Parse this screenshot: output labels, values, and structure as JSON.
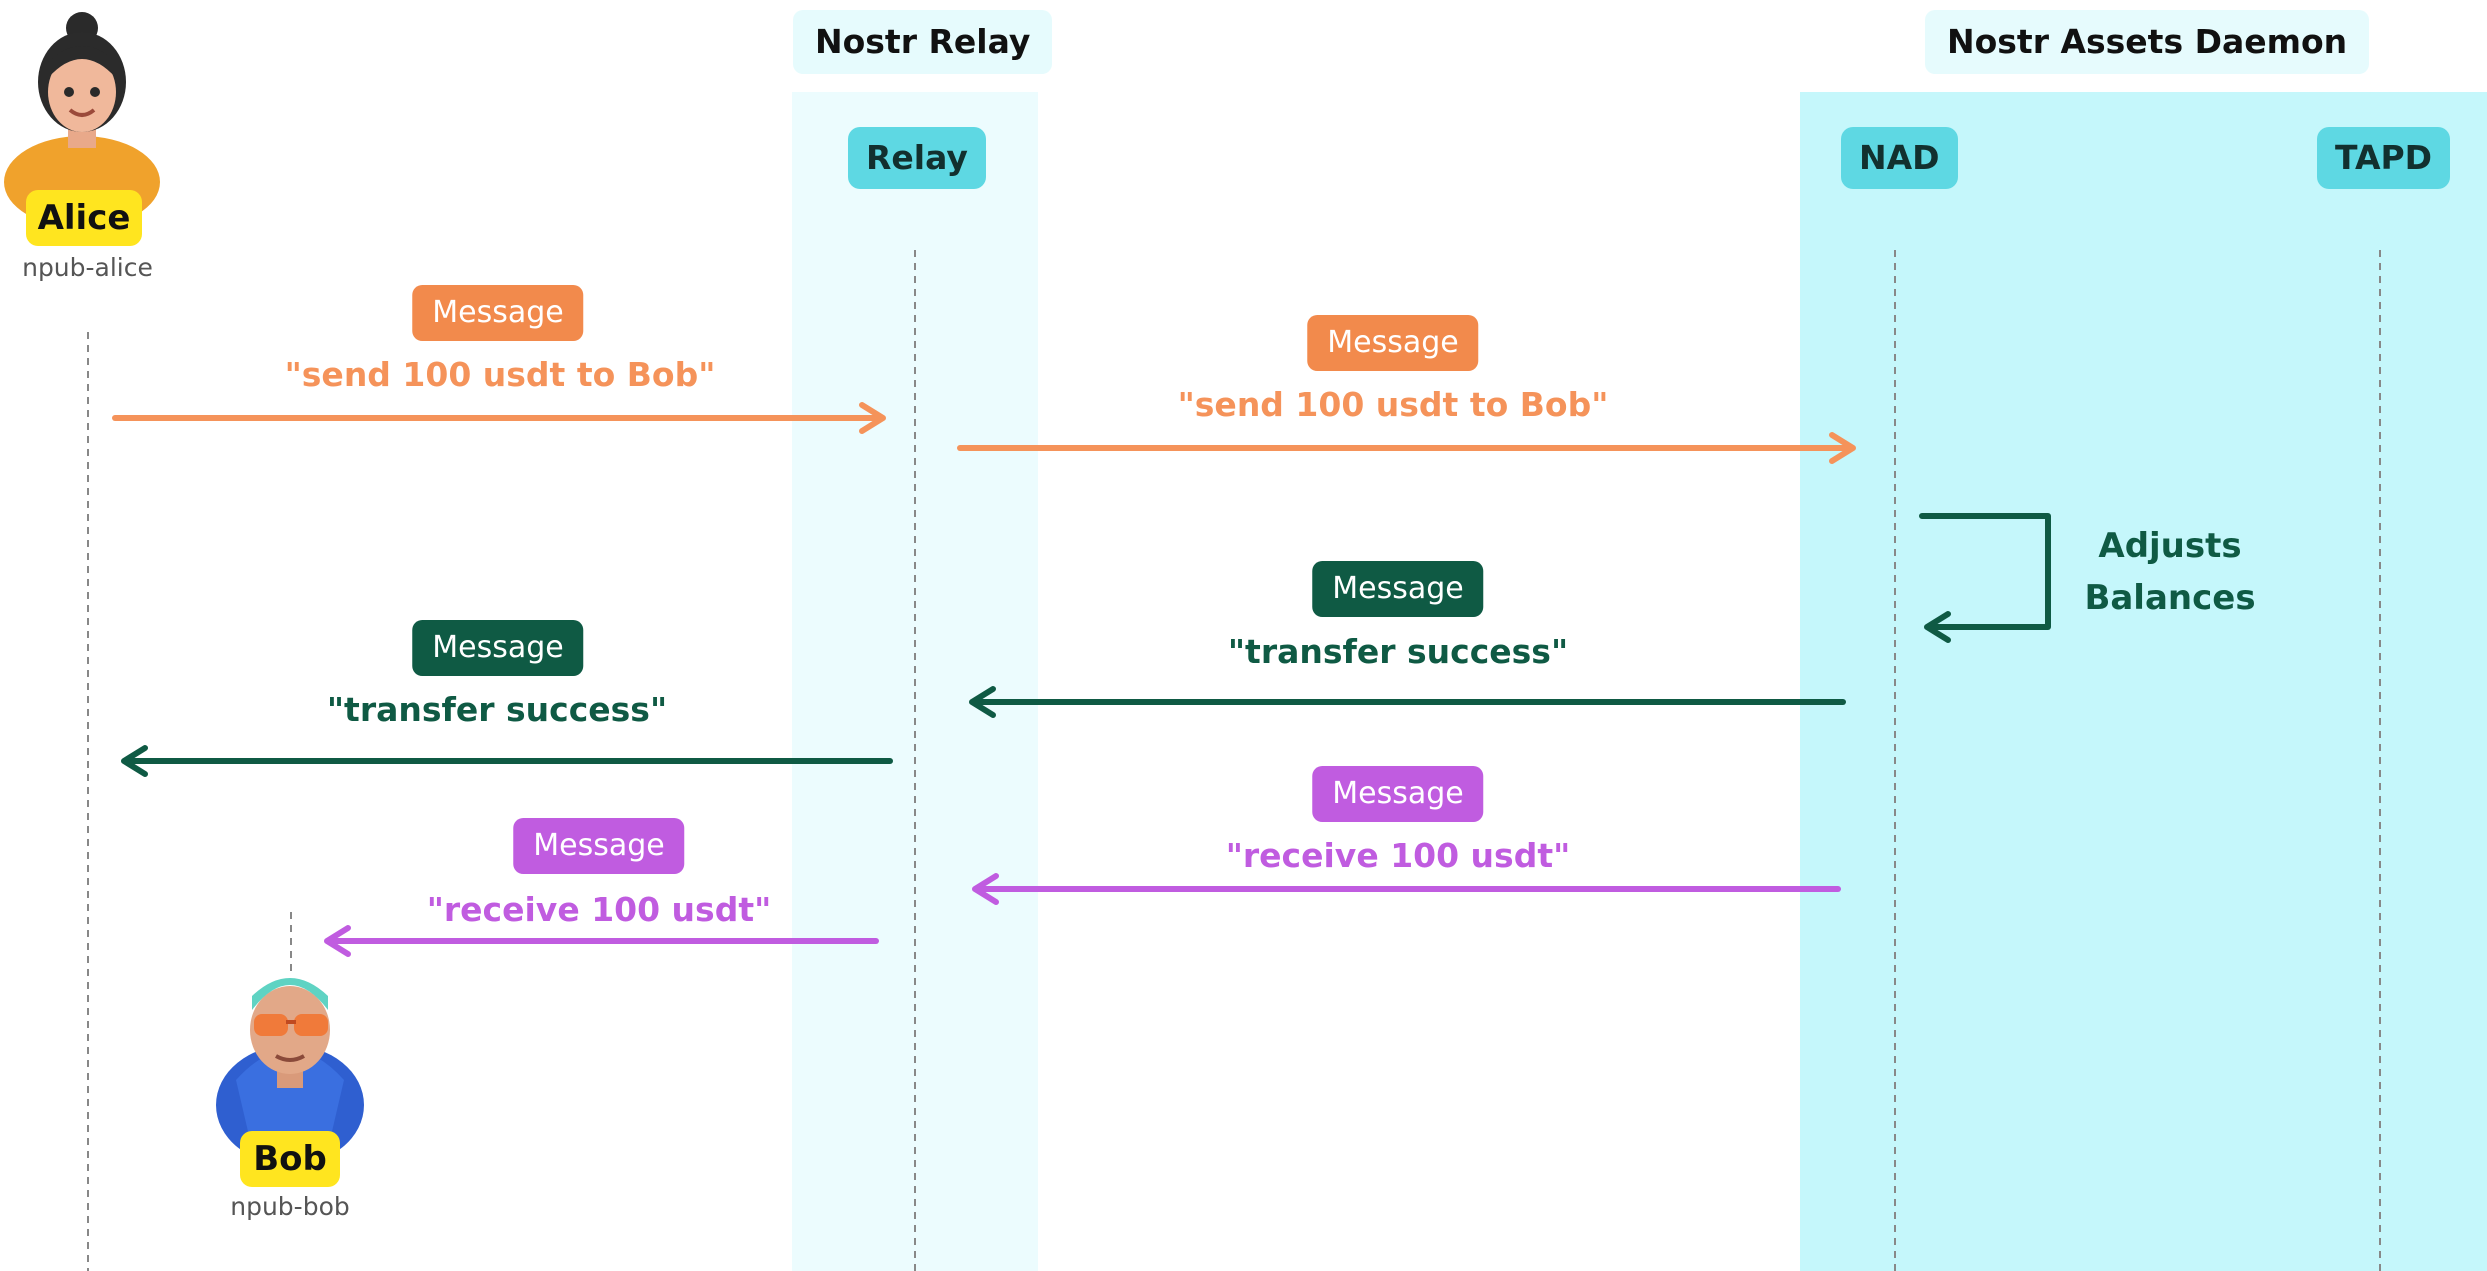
{
  "groups": {
    "relay_title": "Nostr Relay",
    "daemon_title": "Nostr Assets Daemon"
  },
  "nodes": {
    "relay": "Relay",
    "nad": "NAD",
    "tapd": "TAPD"
  },
  "actors": {
    "alice": {
      "name": "Alice",
      "npub": "npub-alice"
    },
    "bob": {
      "name": "Bob",
      "npub": "npub-bob"
    }
  },
  "messages": [
    {
      "chip": "Message",
      "text": "\"send 100 usdt to Bob\""
    },
    {
      "chip": "Message",
      "text": "\"send 100 usdt to Bob\""
    },
    {
      "chip": "Message",
      "text": "\"transfer success\""
    },
    {
      "chip": "Message",
      "text": "\"transfer success\""
    },
    {
      "chip": "Message",
      "text": "\"receive 100 usdt\""
    },
    {
      "chip": "Message",
      "text": "\"receive 100 usdt\""
    }
  ],
  "self_note": {
    "line1": "Adjusts",
    "line2": "Balances"
  },
  "colors": {
    "orange": "#f5935a",
    "green": "#0f5a44",
    "purple": "#c05ce0",
    "lane_cyan": "#5ed8e3",
    "name_yellow": "#ffe51f"
  },
  "icons": {
    "alice_avatar": "woman-avatar-icon",
    "bob_avatar": "man-hoodie-avatar-icon"
  }
}
